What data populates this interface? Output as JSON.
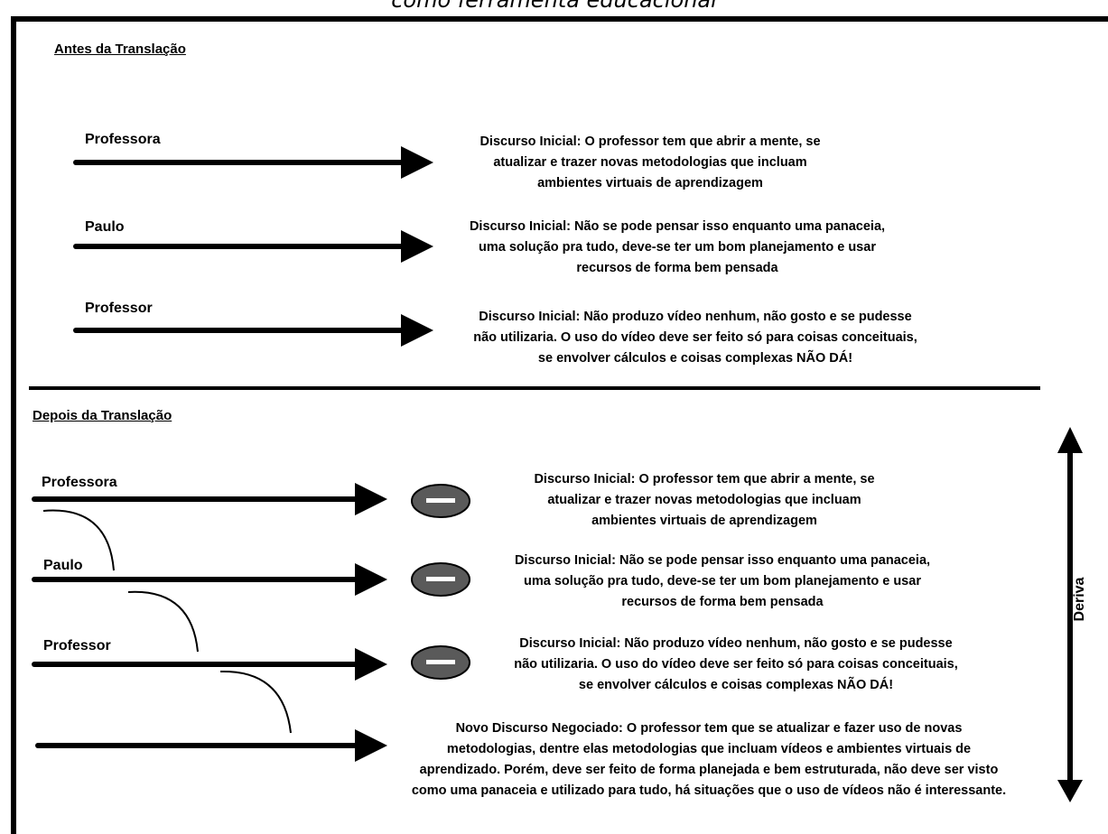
{
  "header": {
    "partial_title": "como ferramenta educacional"
  },
  "before": {
    "heading": "Antes da Translação",
    "rows": [
      {
        "label": "Professora",
        "text": [
          "Discurso Inicial: O professor tem que abrir a mente, se",
          "atualizar e trazer novas metodologias que incluam",
          "ambientes virtuais de aprendizagem"
        ]
      },
      {
        "label": "Paulo",
        "text": [
          "Discurso Inicial: Não se pode pensar isso enquanto uma panaceia,",
          "uma solução pra tudo, deve-se ter um bom planejamento e usar",
          "recursos de forma bem pensada"
        ]
      },
      {
        "label": "Professor",
        "text": [
          "Discurso Inicial: Não produzo vídeo nenhum, não gosto e se pudesse",
          "não utilizaria. O uso do vídeo deve ser feito só para coisas conceituais,",
          "se envolver cálculos e coisas complexas NÃO DÁ!"
        ]
      }
    ]
  },
  "after": {
    "heading": "Depois da Translação",
    "rows": [
      {
        "label": "Professora",
        "text": [
          "Discurso Inicial: O professor tem que abrir a mente, se",
          "atualizar e trazer novas metodologias que incluam",
          "ambientes virtuais de aprendizagem"
        ]
      },
      {
        "label": "Paulo",
        "text": [
          "Discurso Inicial: Não se pode pensar isso enquanto uma panaceia,",
          "uma solução pra tudo, deve-se ter um bom planejamento e usar",
          "recursos de forma bem pensada"
        ]
      },
      {
        "label": "Professor",
        "text": [
          "Discurso Inicial: Não produzo vídeo nenhum, não gosto e se pudesse",
          "não utilizaria. O uso do vídeo deve ser feito só para coisas conceituais,",
          "se envolver cálculos e coisas complexas NÃO DÁ!"
        ]
      }
    ],
    "negotiated": [
      "Novo Discurso Negociado: O professor tem que se atualizar e fazer uso de novas",
      "metodologias, dentre elas metodologias que incluam vídeos e ambientes virtuais de",
      "aprendizado. Porém, deve ser feito de forma planejada e bem estruturada, não deve ser visto",
      "como uma panaceia e utilizado para tudo, há situações que o uso de vídeos não é interessante."
    ],
    "axis_label": "Deriva"
  },
  "colors": {
    "ink": "#000000",
    "minus_fill": "#5a5a5a",
    "minus_bar": "#ffffff"
  }
}
